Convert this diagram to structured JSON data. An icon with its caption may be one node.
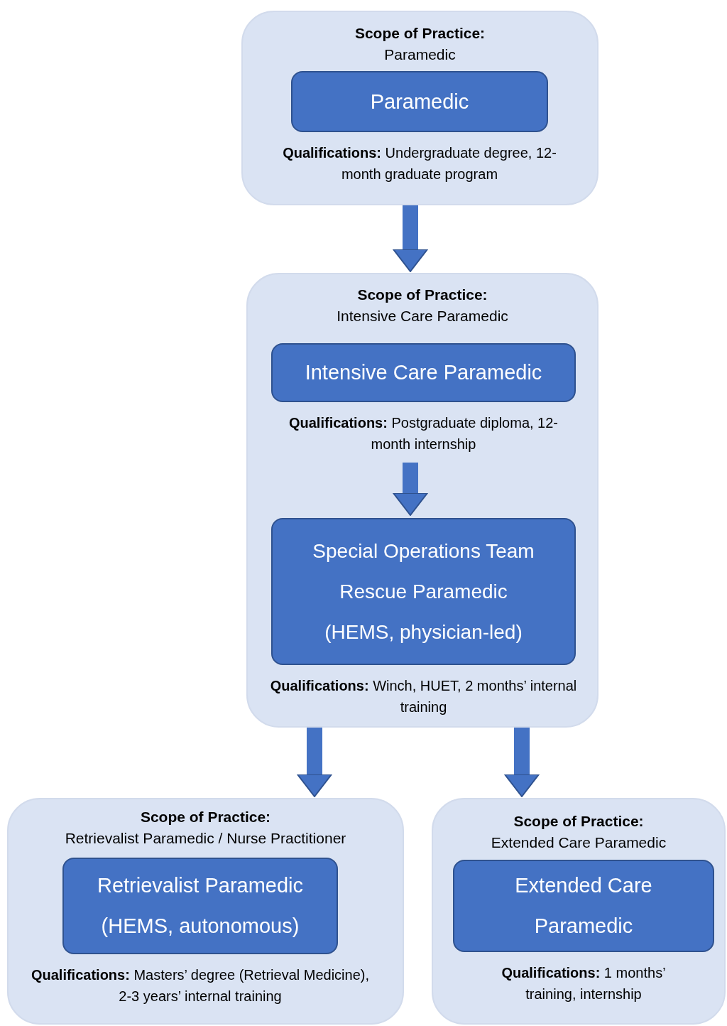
{
  "diagram": {
    "nodes": [
      {
        "text": [
          "Scope of Practice:",
          "Paramedic"
        ]
      },
      {
        "text": [
          "Paramedic"
        ],
        "in": 0,
        "beside": [
          "**Qualifications:** Undergraduate degree, 12-month graduate program"
        ]
      },
      {
        "text": [
          "Scope of Practice:",
          "Intensive Care Paramedic"
        ]
      },
      {
        "text": [
          "Intensive Care Paramedic"
        ],
        "in": 2,
        "beside": [
          "**Qualifications:** Postgraduate diploma, 12-month internship"
        ]
      },
      {
        "text": [
          "Special Operations Team Rescue Paramedic (HEMS, physician-led)"
        ],
        "in": 2,
        "beside": [
          "**Qualifications:** Winch, HUET, 2 months’ internal training"
        ]
      },
      {
        "text": [
          "Scope of Practice:",
          "Retrievalist Paramedic / Nurse Practitioner"
        ]
      },
      {
        "text": [
          "Retrievalist Paramedic (HEMS, autonomous)"
        ],
        "in": 5,
        "beside": [
          "**Qualifications:** Masters’ degree (Retrieval Medicine), 2-3 years’ internal training"
        ]
      },
      {
        "text": [
          "Scope of Practice:",
          "Extended Care Paramedic"
        ]
      },
      {
        "text": [
          "Extended Care Paramedic"
        ],
        "in": 7,
        "beside": [
          "**Qualifications:** 1 months’ training, internship"
        ]
      }
    ],
    "edges": [
      {
        "from": 0,
        "to": 2,
        "arrow": "to"
      },
      {
        "from": 3,
        "to": 4,
        "arrow": "to"
      },
      {
        "from": 2,
        "to": 5,
        "arrow": "to"
      },
      {
        "from": 2,
        "to": 7,
        "arrow": "to"
      }
    ]
  }
}
